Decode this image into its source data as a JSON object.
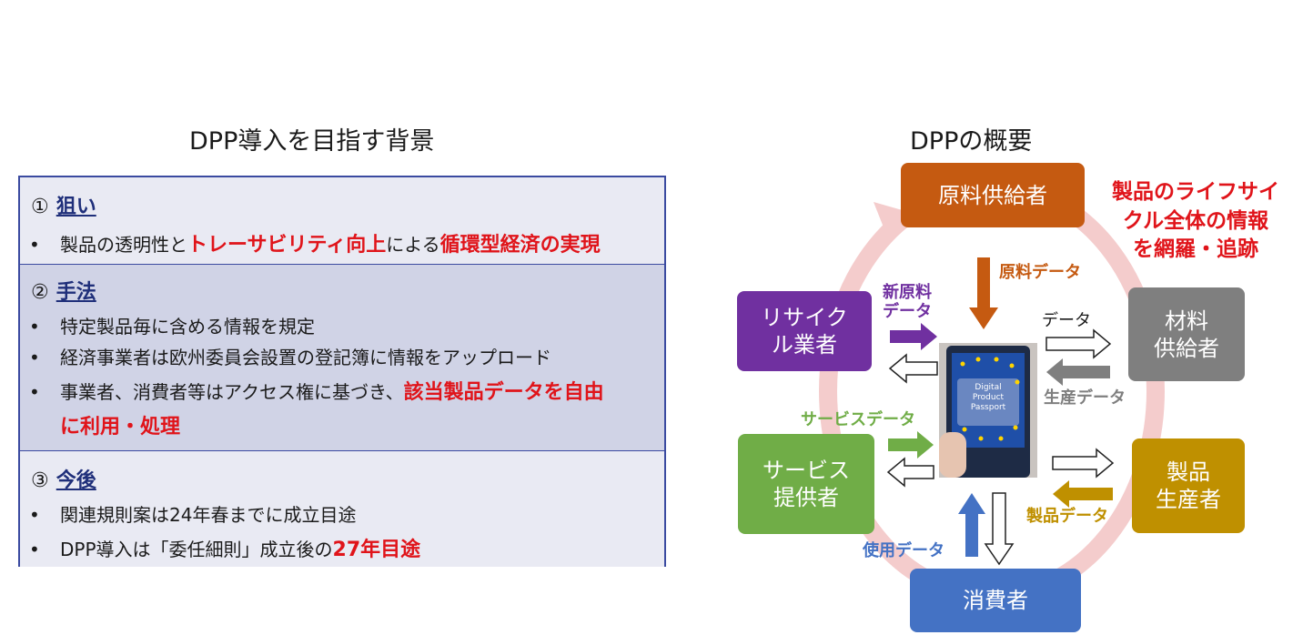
{
  "left": {
    "title": "DPP導入を目指す背景",
    "sections": [
      {
        "num": "①",
        "label": "狙い",
        "bullets": [
          [
            "製品の透明性と",
            "トレーサビリティ向上",
            "による",
            "循環型経済の実現"
          ]
        ]
      },
      {
        "num": "②",
        "label": "手法",
        "bullets": [
          [
            "特定製品毎に含める情報を規定"
          ],
          [
            "経済事業者は欧州委員会設置の登記簿に情報をアップロード"
          ],
          [
            "事業者、消費者等はアクセス権に基づき、",
            "該当製品データを自由"
          ],
          [
            "",
            "に利用・処理"
          ]
        ]
      },
      {
        "num": "③",
        "label": "今後",
        "bullets": [
          [
            "関連規則案は24年春までに成立目途"
          ],
          [
            "DPP導入は「委任細則」成立後の",
            "27年目途"
          ]
        ]
      }
    ]
  },
  "right": {
    "title": "DPPの概要",
    "lifecycle_note": [
      "製品のライフサイ",
      "クル全体の情報",
      "を網羅・追跡"
    ],
    "actors": {
      "raw_supplier": "原料供給者",
      "material_supplier": [
        "材料",
        "供給者"
      ],
      "producer": [
        "製品",
        "生産者"
      ],
      "consumer": "消費者",
      "service": [
        "サービス",
        "提供者"
      ],
      "recycler": [
        "リサイク",
        "ル業者"
      ]
    },
    "flows": {
      "raw_data": "原料データ",
      "new_raw_data": [
        "新原料",
        "データ"
      ],
      "data": "データ",
      "production_data": "生産データ",
      "service_data": "サービスデータ",
      "product_data": "製品データ",
      "usage_data": "使用データ"
    },
    "passport_text": [
      "Digital",
      "Product",
      "Passport"
    ],
    "colors": {
      "raw_supplier": "#c55a11",
      "material_supplier": "#7f7f7f",
      "producer": "#bf9000",
      "consumer": "#4472c4",
      "service": "#70ad47",
      "recycler": "#7030a0",
      "highlight": "#e0141a",
      "cycle": "#f4cccc"
    }
  }
}
